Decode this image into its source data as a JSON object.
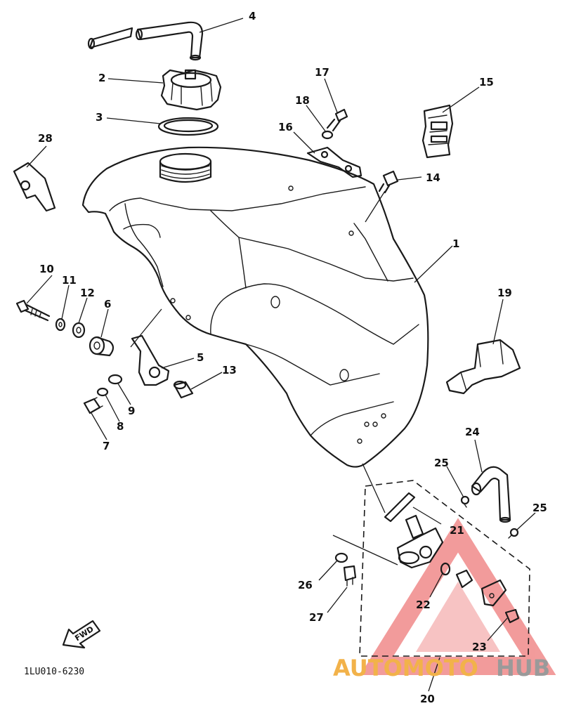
{
  "diagram_code": "1LU010-6230",
  "direction_marker": "FWD",
  "watermark": {
    "text_primary": "AUTOMOTO",
    "text_secondary": "HUB",
    "primary_color": "#f2b24a",
    "secondary_color": "#9a9a9a",
    "triangle_color": "#e84a4a"
  },
  "callouts": {
    "c1": "1",
    "c2": "2",
    "c3": "3",
    "c4": "4",
    "c5": "5",
    "c6": "6",
    "c7": "7",
    "c8": "8",
    "c9": "9",
    "c10": "10",
    "c11": "11",
    "c12": "12",
    "c13": "13",
    "c14": "14",
    "c15": "15",
    "c16": "16",
    "c17": "17",
    "c18": "18",
    "c19": "19",
    "c20": "20",
    "c21": "21",
    "c22": "22",
    "c23": "23",
    "c24": "24",
    "c25a": "25",
    "c25b": "25",
    "c26": "26",
    "c27": "27",
    "c28": "28"
  }
}
